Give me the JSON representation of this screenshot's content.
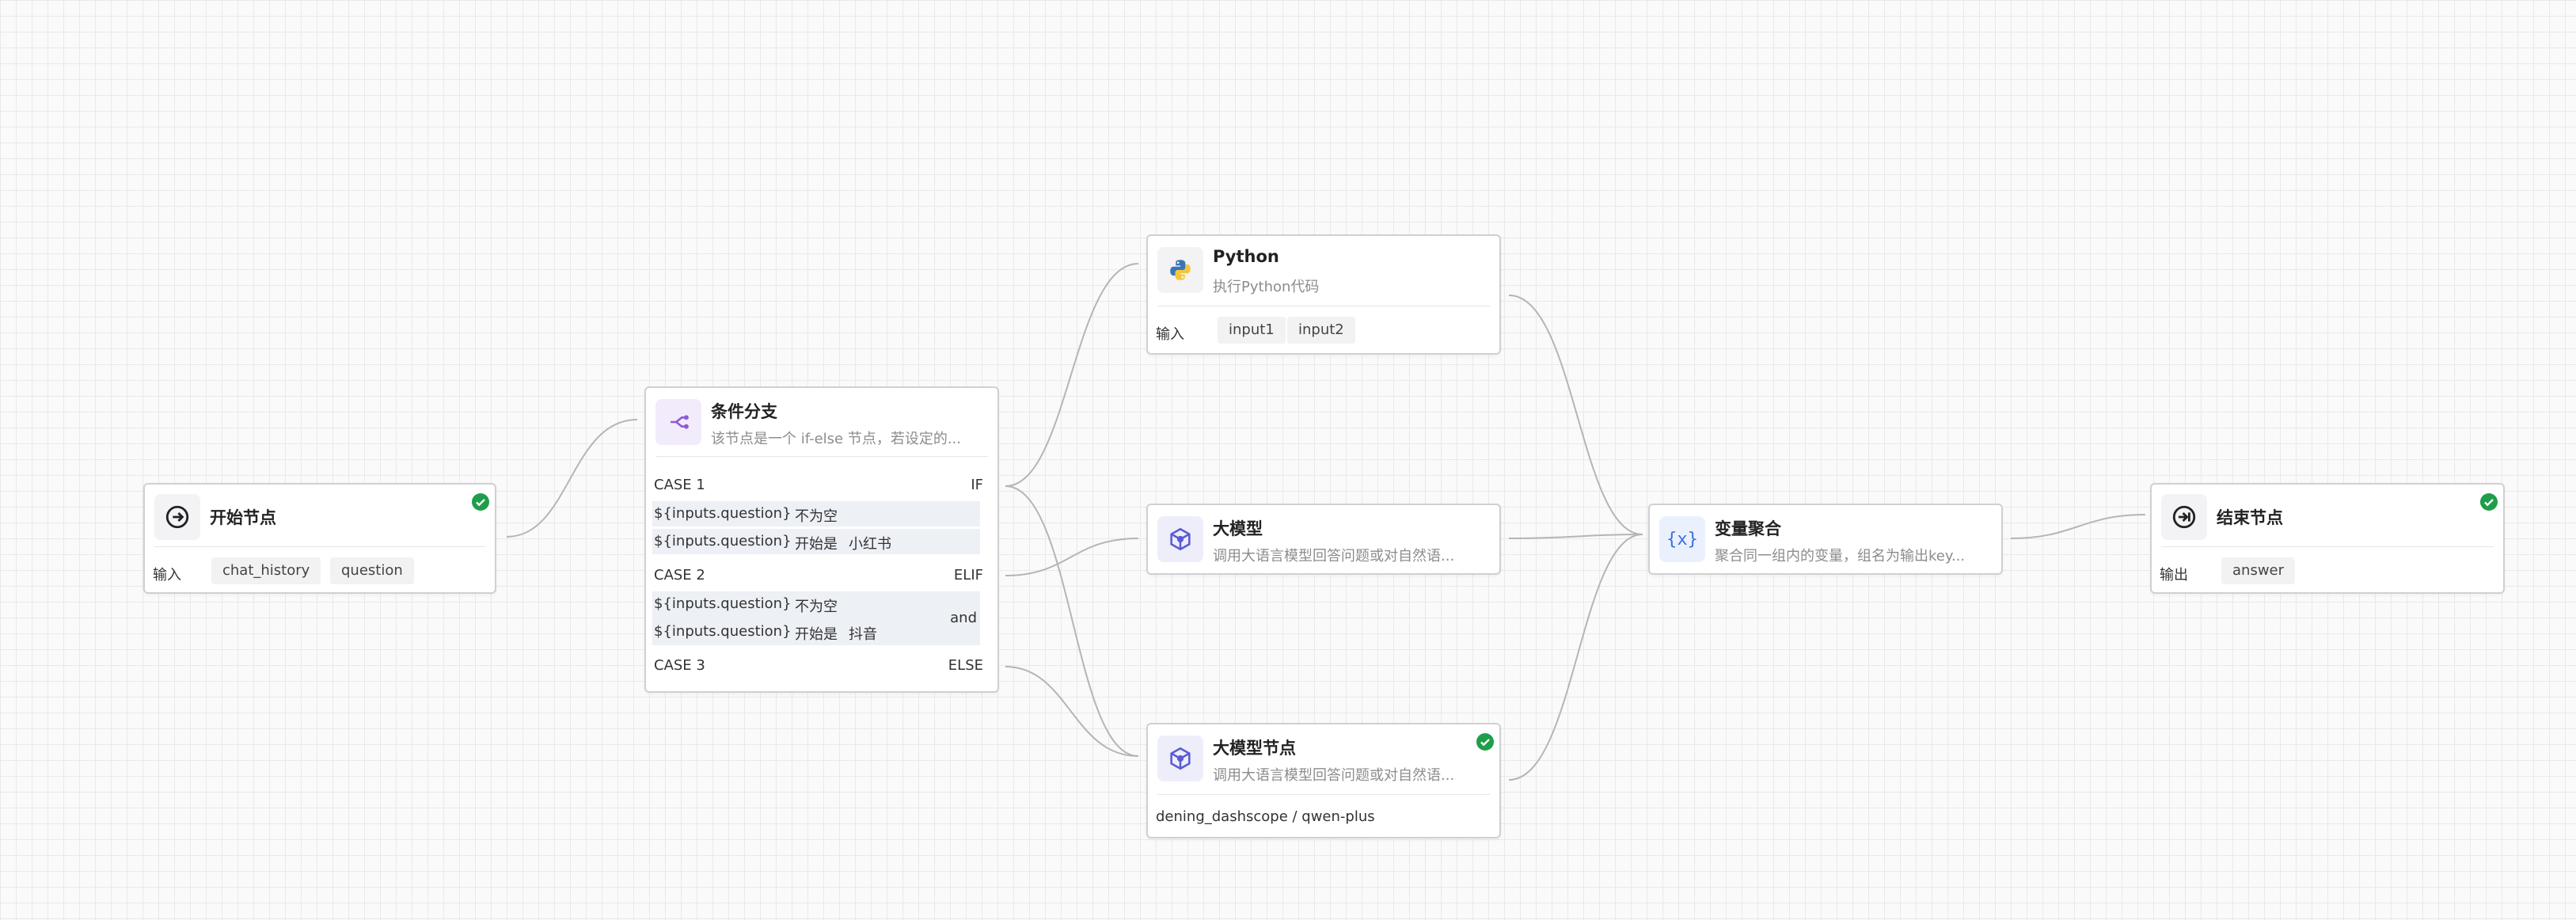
{
  "nodes": {
    "start": {
      "title": "开始节点",
      "io_label": "输入",
      "tags": [
        "chat_history",
        "question"
      ]
    },
    "condition": {
      "title": "条件分支",
      "desc": "该节点是一个 if-else 节点，若设定的...",
      "cases": [
        {
          "label": "CASE 1",
          "keyword": "IF",
          "conditions": [
            {
              "var": "${inputs.question}",
              "op": "不为空",
              "value": ""
            },
            {
              "var": "${inputs.question}",
              "op": "开始是",
              "value": "小红书"
            }
          ]
        },
        {
          "label": "CASE 2",
          "keyword": "ELIF",
          "logic": "and",
          "conditions": [
            {
              "var": "${inputs.question}",
              "op": "不为空",
              "value": ""
            },
            {
              "var": "${inputs.question}",
              "op": "开始是",
              "value": "抖音"
            }
          ]
        },
        {
          "label": "CASE 3",
          "keyword": "ELSE",
          "conditions": []
        }
      ]
    },
    "python": {
      "title": "Python",
      "desc": "执行Python代码",
      "io_label": "输入",
      "tags": [
        "input1",
        "input2"
      ]
    },
    "llm": {
      "title": "大模型",
      "desc": "调用大语言模型回答问题或对自然语..."
    },
    "llm_node": {
      "title": "大模型节点",
      "desc": "调用大语言模型回答问题或对自然语...",
      "model": "dening_dashscope / qwen-plus"
    },
    "aggregator": {
      "title": "变量聚合",
      "desc": "聚合同一组内的变量，组名为输出key..."
    },
    "end": {
      "title": "结束节点",
      "io_label": "输出",
      "tags": [
        "answer"
      ]
    }
  },
  "colors": {
    "success": "#1e9e4a",
    "edge": "#b5b5b5",
    "llm_icon": "#5b5bd6",
    "condition_icon": "#8a5cd6",
    "aggregator_icon": "#3b6fd9"
  },
  "icons": {
    "start": "arrow-right-circle-icon",
    "condition": "branch-icon",
    "python": "python-icon",
    "llm": "cube-icon",
    "aggregator": "variable-braces-icon",
    "end": "exit-circle-icon",
    "status": "check-circle-icon"
  }
}
